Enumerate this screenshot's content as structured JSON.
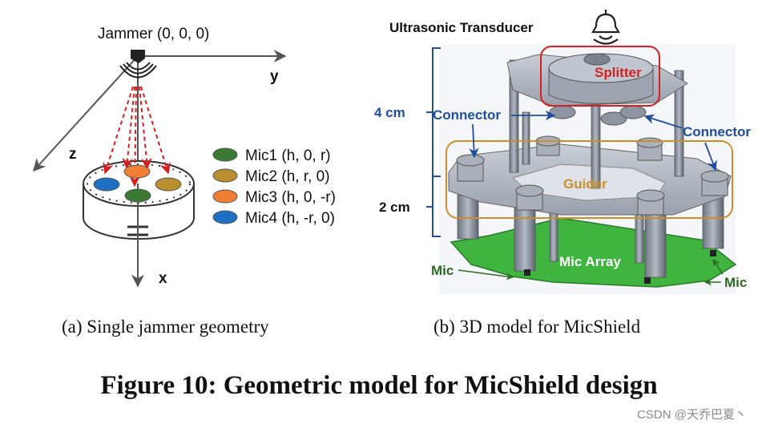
{
  "panel_a": {
    "jammer_label": "Jammer (0, 0, 0)",
    "axis_y": "y",
    "axis_z": "z",
    "axis_x": "x",
    "legend": [
      {
        "label": "Mic1 (h, 0, r)",
        "color": "#3a7a35"
      },
      {
        "label": "Mic2 (h, r, 0)",
        "color": "#b98e2e"
      },
      {
        "label": "Mic3 (h, 0, -r)",
        "color": "#f07f35"
      },
      {
        "label": "Mic4 (h, -r, 0)",
        "color": "#1f6fc4"
      }
    ],
    "caption": "(a)  Single jammer geometry"
  },
  "panel_b": {
    "transducer_label": "Ultrasonic Transducer",
    "splitter_label": "Splitter",
    "connector_left_label": "Connector",
    "connector_right_label": "Connector",
    "guider_label": "Guider",
    "mic_array_label": "Mic Array",
    "mic_left_label": "Mic",
    "mic_right_label": "Mic",
    "dim_top": "4 cm",
    "dim_bottom": "2 cm",
    "caption": "(b)  3D model for MicShield",
    "colors": {
      "splitter": "#d42020",
      "guider": "#c98f2a",
      "connector": "#1f4f9a",
      "mic": "#2e6a22",
      "array": "#3fb43f"
    }
  },
  "figure_title": "Figure 10: Geometric model for MicShield design",
  "watermark": "CSDN @天乔巴夏丶"
}
